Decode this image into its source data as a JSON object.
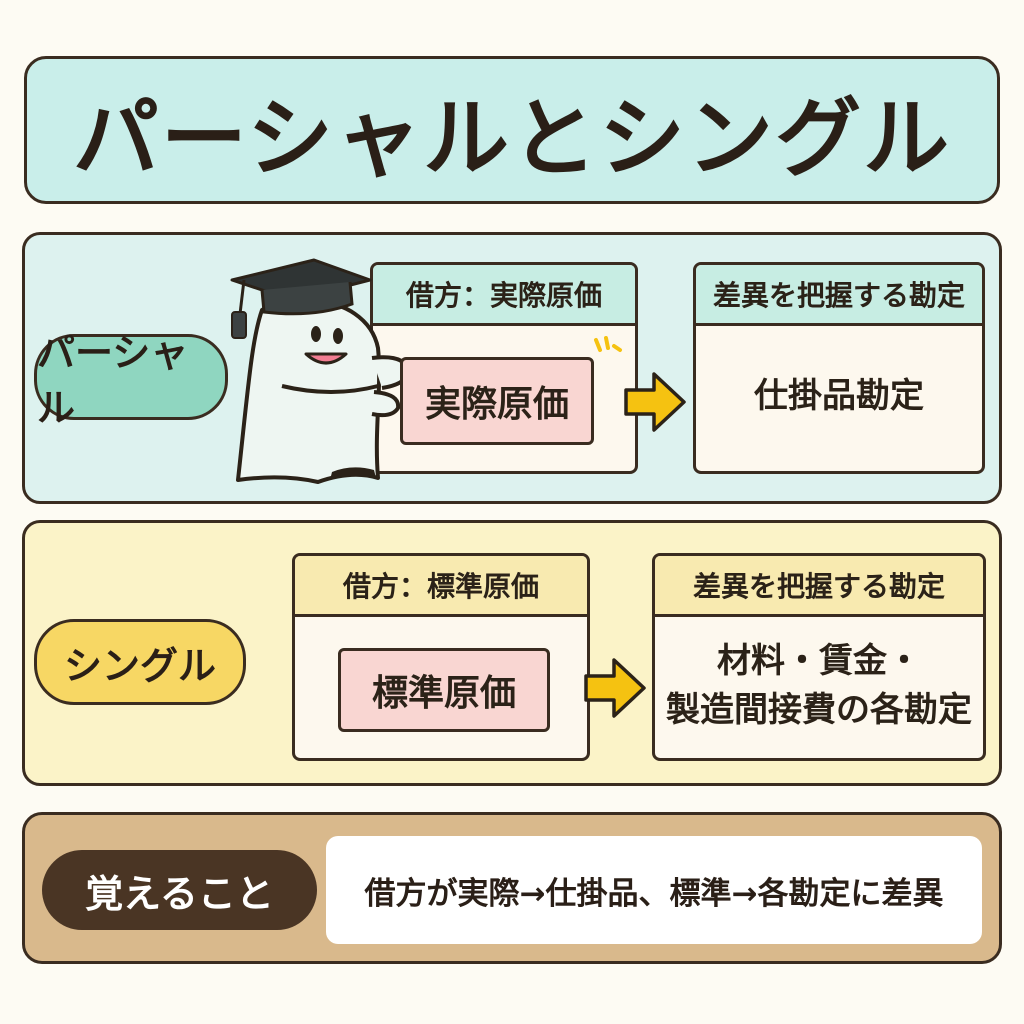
{
  "title": "パーシャルとシングル",
  "partial": {
    "label": "パーシャル",
    "debit_header": "借方：実際原価",
    "debit_value": "実際原価",
    "variance_header": "差異を把握する勘定",
    "variance_value": "仕掛品勘定"
  },
  "single": {
    "label": "シングル",
    "debit_header": "借方：標準原価",
    "debit_value": "標準原価",
    "variance_header": "差異を把握する勘定",
    "variance_value_line1": "材料・賃金・",
    "variance_value_line2": "製造間接費の各勘定"
  },
  "memo": {
    "label": "覚えること",
    "text": "借方が実際→仕掛品、標準→各勘定に差異"
  },
  "colors": {
    "title_bg": "#c9eeea",
    "partial_bg": "#ddf2ef",
    "single_bg": "#fbf3c8",
    "memo_bg": "#d9b98c",
    "arrow": "#f5c211",
    "pink": "#f9d6d2"
  },
  "icons": {
    "mascot": "ghost-with-graduation-cap-icon",
    "arrow": "right-arrow-icon"
  }
}
